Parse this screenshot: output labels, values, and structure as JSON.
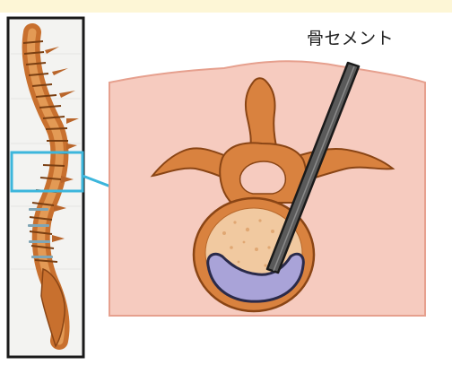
{
  "annotation": {
    "label": "骨セメント"
  },
  "colors": {
    "top_band": "#fdf6d6",
    "skin": "#f6cbbf",
    "skin_edge": "#e6a08e",
    "bone": "#d9823f",
    "bone_dark": "#a8561f",
    "bone_light": "#f1c9a0",
    "cancellous": "#f4dfb6",
    "cement": "#a9a3d8",
    "cement_edge": "#2a2a4a",
    "needle": "#5a5a5a",
    "highlight": "#3cb6dc",
    "frame": "#1a1a1a"
  },
  "icons": {
    "spine_image": "spine-side-view",
    "vertebra_image": "vertebra-cross-section",
    "pointer": "arrow-right"
  }
}
